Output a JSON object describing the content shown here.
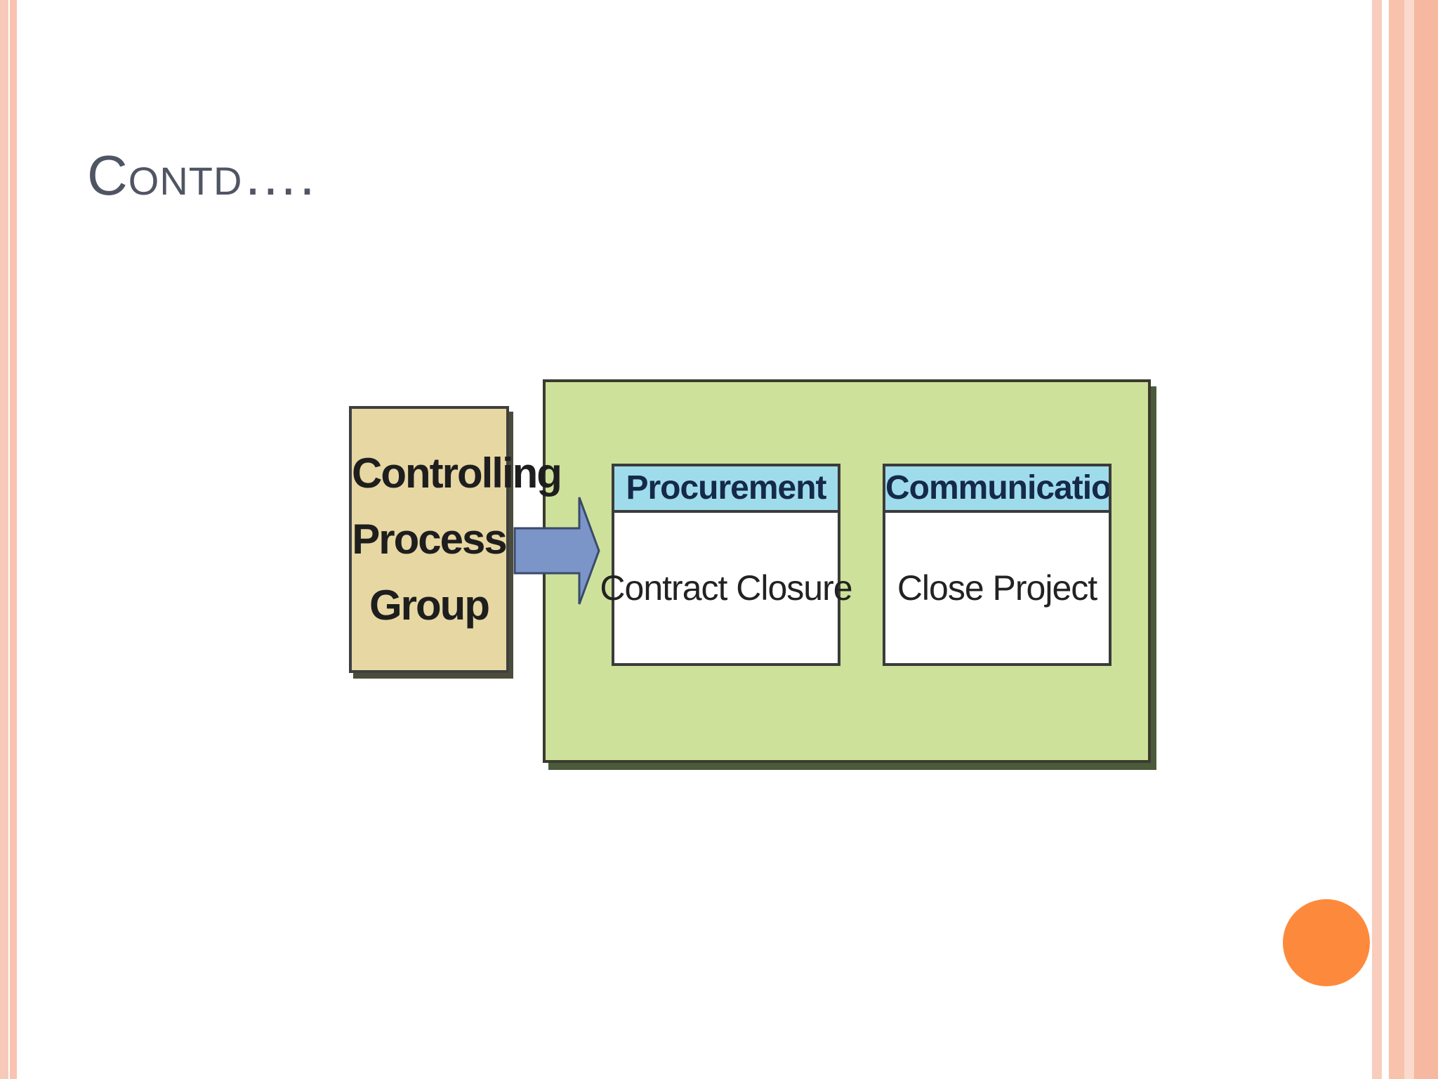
{
  "slide": {
    "title": "Contd….",
    "accent_color": "#fd8a3c",
    "border_color": "#f6b8a0"
  },
  "diagram": {
    "source": {
      "label": "Controlling Process Group",
      "color": "#e7d7a3"
    },
    "arrow_icon": "right-arrow-icon",
    "panel_color": "#cde19b",
    "header_color": "#9fdceb",
    "cards": [
      {
        "header": "Procurement",
        "body": "Contract Closure"
      },
      {
        "header": "Communication",
        "body": "Close Project"
      }
    ]
  }
}
